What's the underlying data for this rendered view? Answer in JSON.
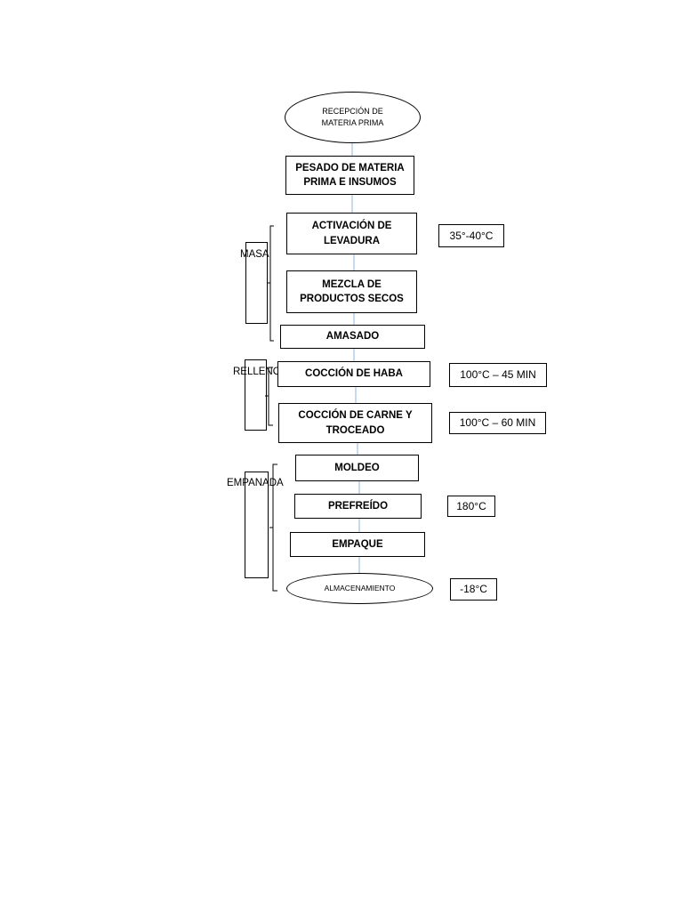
{
  "flow": {
    "start": "RECEPCIÓN DE MATERIA PRIMA",
    "steps": [
      "PESADO DE MATERIA PRIMA E INSUMOS",
      "ACTIVACIÓN DE LEVADURA",
      "MEZCLA DE PRODUCTOS SECOS",
      "AMASADO",
      "COCCIÓN DE HABA",
      "COCCIÓN DE CARNE Y TROCEADO",
      "MOLDEO",
      "PREFREÍDO",
      "EMPAQUE"
    ],
    "end": "ALMACENAMIENTO"
  },
  "parameters": {
    "activacion": "35°-40°C",
    "coccion_haba": "100°C – 45 MIN",
    "coccion_carne": "100°C – 60 MIN",
    "prefreido": "180°C",
    "almacenamiento": "-18°C"
  },
  "groups": {
    "masa": "MASA",
    "relleno": "RELLENO",
    "empanada": "EMPANADA"
  },
  "colors": {
    "connector": "#8fb4dc",
    "border": "#000000"
  }
}
